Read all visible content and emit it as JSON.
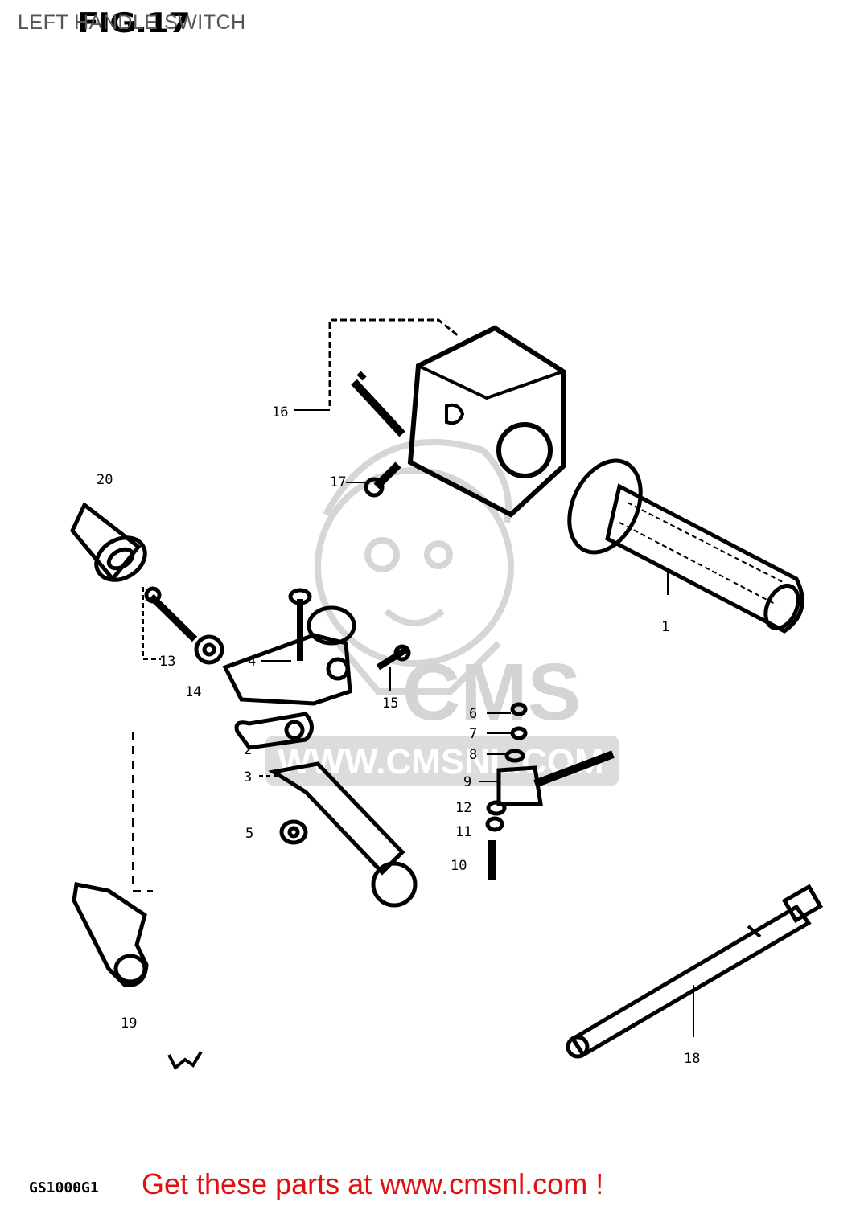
{
  "title": "LEFT HANDLE SWITCH",
  "figure_label": "FIG.17",
  "model_code": "GS1000G1",
  "cta": "Get these parts at www.cmsnl.com !",
  "watermark": {
    "brand": "CMS",
    "url": "WWW.CMSNL.COM",
    "color": "#d6d6d6"
  },
  "parts": [
    {
      "id": "16",
      "name": "left-handle-switch-housing"
    },
    {
      "id": "17",
      "name": "housing-screw"
    },
    {
      "id": "1",
      "name": "handlebar-grip"
    },
    {
      "id": "20",
      "name": "grip-end"
    },
    {
      "id": "13",
      "name": "bolt"
    },
    {
      "id": "14",
      "name": "nut"
    },
    {
      "id": "4",
      "name": "pivot-bolt"
    },
    {
      "id": "15",
      "name": "screw"
    },
    {
      "id": "2",
      "name": "lever-holder"
    },
    {
      "id": "3",
      "name": "clutch-lever"
    },
    {
      "id": "5",
      "name": "nut"
    },
    {
      "id": "6",
      "name": "spring"
    },
    {
      "id": "7",
      "name": "washer"
    },
    {
      "id": "8",
      "name": "washer"
    },
    {
      "id": "9",
      "name": "switch"
    },
    {
      "id": "12",
      "name": "plate"
    },
    {
      "id": "11",
      "name": "nut"
    },
    {
      "id": "10",
      "name": "screw"
    },
    {
      "id": "19",
      "name": "lever-cover"
    },
    {
      "id": "18",
      "name": "wire-harness-band"
    }
  ]
}
